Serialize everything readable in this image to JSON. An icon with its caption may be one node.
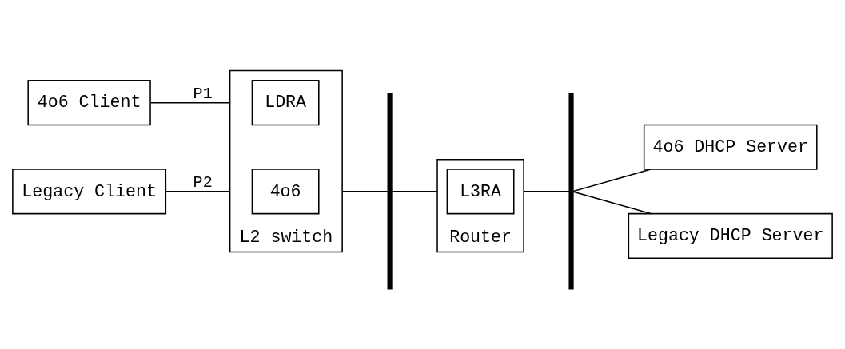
{
  "diagram": {
    "nodes": [
      {
        "text": [
          "4o6 Client"
        ]
      },
      {
        "text": [
          "Legacy Client"
        ]
      },
      {
        "text": [
          "L2 switch"
        ]
      },
      {
        "text": [
          "LDRA"
        ],
        "in": 2
      },
      {
        "text": [
          "4o6"
        ],
        "in": 2
      },
      {
        "text": [],
        "shape": "bar"
      },
      {
        "text": [
          "Router"
        ]
      },
      {
        "text": [
          "L3RA"
        ],
        "in": 6
      },
      {
        "text": [],
        "shape": "bar"
      },
      {
        "text": [
          "4o6 DHCP Server"
        ]
      },
      {
        "text": [
          "Legacy DHCP Server"
        ]
      }
    ],
    "edges": [
      {
        "from": 0,
        "to": 2,
        "arrow": "none",
        "label": "P1"
      },
      {
        "from": 1,
        "to": 2,
        "arrow": "none",
        "label": "P2"
      },
      {
        "from": 2,
        "to": 5,
        "arrow": "none"
      },
      {
        "from": 5,
        "to": 6,
        "arrow": "none"
      },
      {
        "from": 6,
        "to": 8,
        "arrow": "none"
      },
      {
        "from": 8,
        "to": 9,
        "arrow": "none"
      },
      {
        "from": 8,
        "to": 10,
        "arrow": "none"
      }
    ]
  }
}
